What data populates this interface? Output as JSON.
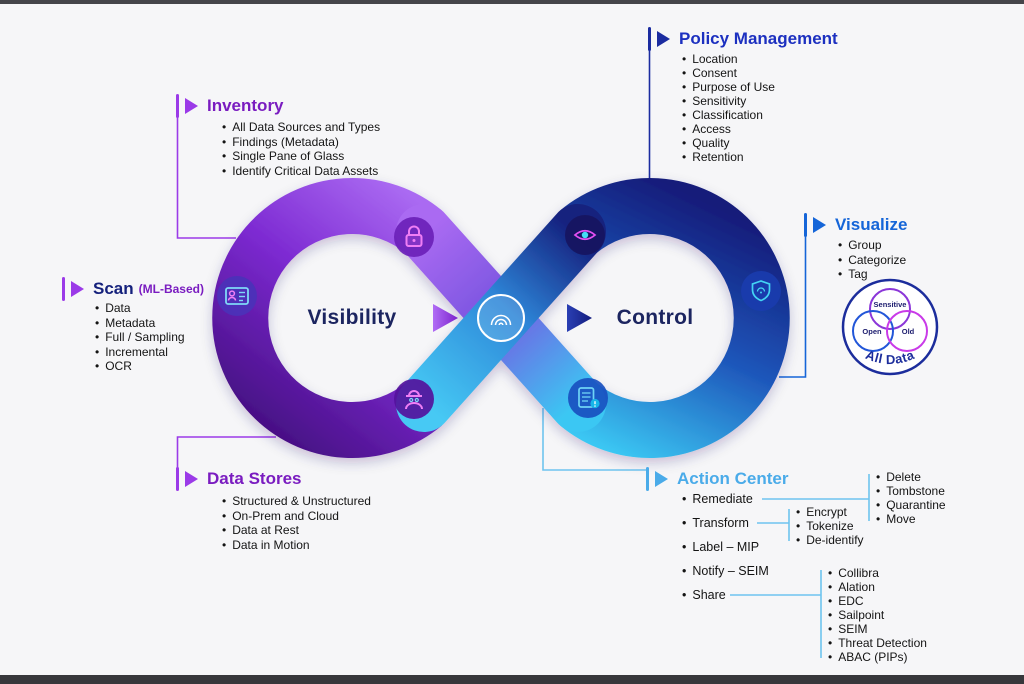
{
  "diagram": {
    "left_loop_label": "Visibility",
    "right_loop_label": "Control",
    "icons": {
      "left_loop_top": "lock-icon",
      "left_loop_side": "id-scan-icon",
      "left_loop_bottom": "agent-icon",
      "right_loop_top": "eye-icon",
      "right_loop_side": "shield-fingerprint-icon",
      "right_loop_bottom": "document-alert-icon",
      "center": "fingerprint-icon",
      "flow_arrows": [
        "visibility-arrow-icon",
        "control-arrow-icon"
      ]
    },
    "colors": {
      "background": "#f6f6f8",
      "purple_accent": "#9b3ae8",
      "navy_accent": "#1b2ca0",
      "blue_accent": "#1565d8",
      "light_blue_accent": "#4aabe9",
      "loop_left_light": "#aa6af2",
      "loop_left_dark": "#450f82",
      "loop_right_dark": "#131c7a",
      "loop_right_cyan": "#3bc7f3"
    }
  },
  "callouts": {
    "inventory": {
      "title": "Inventory",
      "items": [
        "All Data Sources and Types",
        "Findings (Metadata)",
        "Single Pane of Glass",
        "Identify Critical Data Assets"
      ]
    },
    "scan": {
      "title": "Scan",
      "subtitle": "(ML-Based)",
      "items": [
        "Data",
        "Metadata",
        "Full / Sampling",
        "Incremental",
        "OCR"
      ]
    },
    "data_stores": {
      "title": "Data Stores",
      "items": [
        "Structured & Unstructured",
        "On-Prem and Cloud",
        "Data at Rest",
        "Data in Motion"
      ]
    },
    "policy": {
      "title": "Policy Management",
      "items": [
        "Location",
        "Consent",
        "Purpose of Use",
        "Sensitivity",
        "Classification",
        "Access",
        "Quality",
        "Retention"
      ]
    },
    "visualize": {
      "title": "Visualize",
      "items": [
        "Group",
        "Categorize",
        "Tag"
      ],
      "venn": {
        "top": "Sensitive",
        "left": "Open",
        "right": "Old",
        "outer": "All Data"
      }
    },
    "action": {
      "title": "Action Center",
      "items": [
        "Remediate",
        "Transform",
        "Label – MIP",
        "Notify – SEIM",
        "Share"
      ],
      "remediate_sub": [
        "Delete",
        "Tombstone",
        "Quarantine",
        "Move"
      ],
      "transform_sub": [
        "Encrypt",
        "Tokenize",
        "De-identify"
      ],
      "share_sub": [
        "Collibra",
        "Alation",
        "EDC",
        "Sailpoint",
        "SEIM",
        "Threat Detection",
        "ABAC (PIPs)"
      ]
    }
  }
}
